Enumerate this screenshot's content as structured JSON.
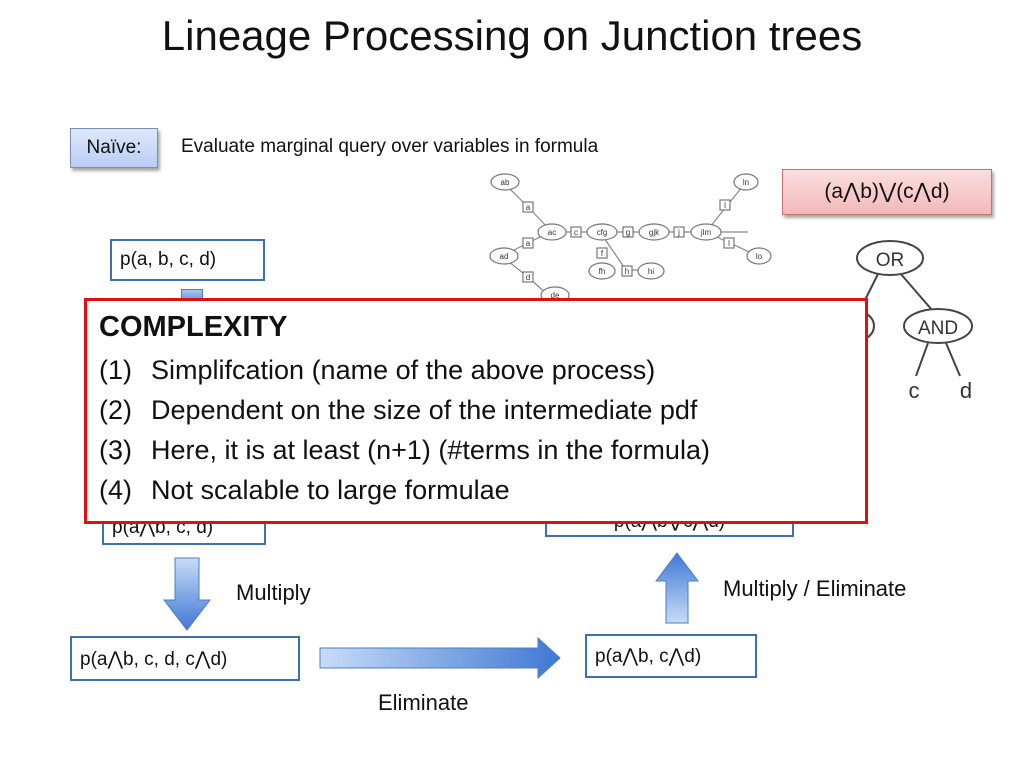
{
  "title": "Lineage Processing on Junction trees",
  "naive": {
    "badge": "Naïve:",
    "description": "Evaluate marginal query over variables in formula"
  },
  "formula": "(a⋀b)⋁(c⋀d)",
  "junction_tree": {
    "cliques": [
      "ab",
      "ac",
      "ad",
      "de",
      "cfg",
      "gjk",
      "jlm",
      "ln",
      "lo",
      "fh",
      "hi"
    ],
    "separators": [
      "a",
      "a",
      "d",
      "c",
      "g",
      "j",
      "l",
      "l",
      "f",
      "h"
    ]
  },
  "expression_tree": {
    "nodes": [
      "OR",
      "AND",
      "c",
      "d"
    ]
  },
  "boxes": {
    "top_left": "p(a, b, c, d)",
    "mid_left": "p(a⋀b, c, d)",
    "bottom_left": "p(a⋀b, c, d, c⋀d)",
    "bottom_right": "p(a⋀b, c⋀d)",
    "mid_right": "p(a⋀b⋁c⋀d)"
  },
  "labels": {
    "multiply_left": "Multiply",
    "eliminate": "Eliminate",
    "multiply_eliminate": "Multiply / Eliminate"
  },
  "complexity": {
    "heading": "COMPLEXITY",
    "items": [
      {
        "num": "(1)",
        "text": "Simplifcation (name of the above process)"
      },
      {
        "num": "(2)",
        "text": "Dependent on the size of the intermediate pdf"
      },
      {
        "num": "(3)",
        "text": "Here, it is at least (n+1) (#terms in the formula)"
      },
      {
        "num": "(4)",
        "text": "Not scalable to large formulae"
      }
    ]
  }
}
